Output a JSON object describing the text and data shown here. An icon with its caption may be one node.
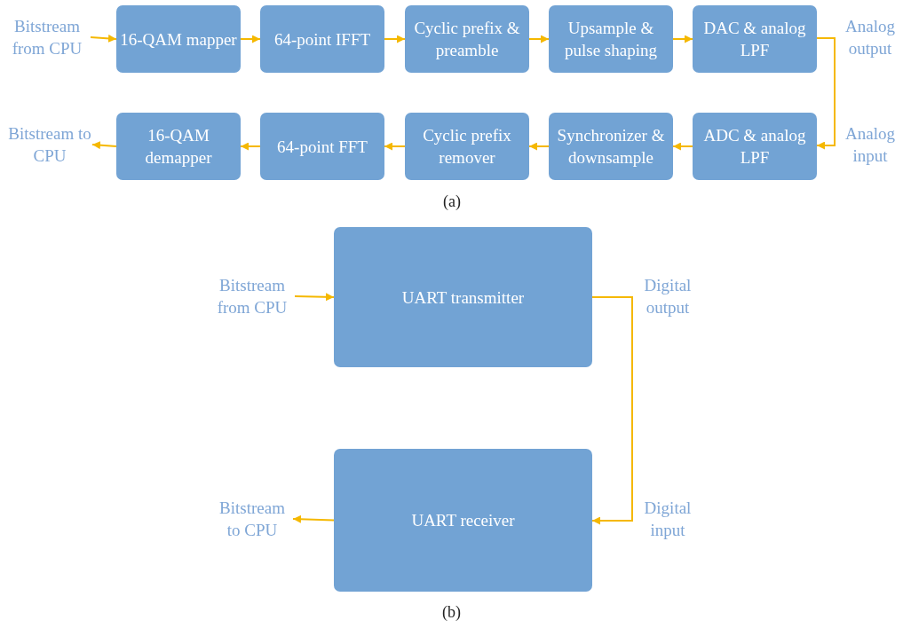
{
  "diagram": {
    "nodes": [
      {
        "text": [
          "Bitstream from CPU"
        ]
      },
      {
        "text": [
          "16-QAM mapper"
        ]
      },
      {
        "text": [
          "64-point IFFT"
        ]
      },
      {
        "text": [
          "Cyclic prefix & preamble"
        ]
      },
      {
        "text": [
          "Upsample & pulse shaping"
        ]
      },
      {
        "text": [
          "DAC & analog LPF"
        ],
        "beside": [
          "Analog output"
        ]
      },
      {
        "text": [
          "ADC & analog LPF"
        ],
        "beside": [
          "Analog input"
        ]
      },
      {
        "text": [
          "Synchronizer & downsample"
        ]
      },
      {
        "text": [
          "Cyclic prefix remover"
        ]
      },
      {
        "text": [
          "64-point FFT"
        ]
      },
      {
        "text": [
          "16-QAM demapper"
        ]
      },
      {
        "text": [
          "Bitstream to CPU"
        ]
      },
      {
        "text": [
          "Bitstream from CPU"
        ]
      },
      {
        "text": [
          "UART transmitter"
        ],
        "beside": [
          "Digital output"
        ]
      },
      {
        "text": [
          "UART receiver"
        ],
        "beside": [
          "Digital input"
        ]
      },
      {
        "text": [
          "Bitstream to CPU"
        ]
      }
    ],
    "edges": [
      {
        "from": 0,
        "to": 1,
        "arrow": "to"
      },
      {
        "from": 1,
        "to": 2,
        "arrow": "to"
      },
      {
        "from": 2,
        "to": 3,
        "arrow": "to"
      },
      {
        "from": 3,
        "to": 4,
        "arrow": "to"
      },
      {
        "from": 4,
        "to": 5,
        "arrow": "to"
      },
      {
        "from": 5,
        "to": 6,
        "arrow": "to"
      },
      {
        "from": 6,
        "to": 7,
        "arrow": "to"
      },
      {
        "from": 7,
        "to": 8,
        "arrow": "to"
      },
      {
        "from": 8,
        "to": 9,
        "arrow": "to"
      },
      {
        "from": 9,
        "to": 10,
        "arrow": "to"
      },
      {
        "from": 10,
        "to": 11,
        "arrow": "to"
      },
      {
        "from": 12,
        "to": 13,
        "arrow": "to"
      },
      {
        "from": 13,
        "to": 14,
        "arrow": "to"
      },
      {
        "from": 14,
        "to": 15,
        "arrow": "to"
      }
    ],
    "labels": [
      "(a)",
      "(b)"
    ]
  }
}
